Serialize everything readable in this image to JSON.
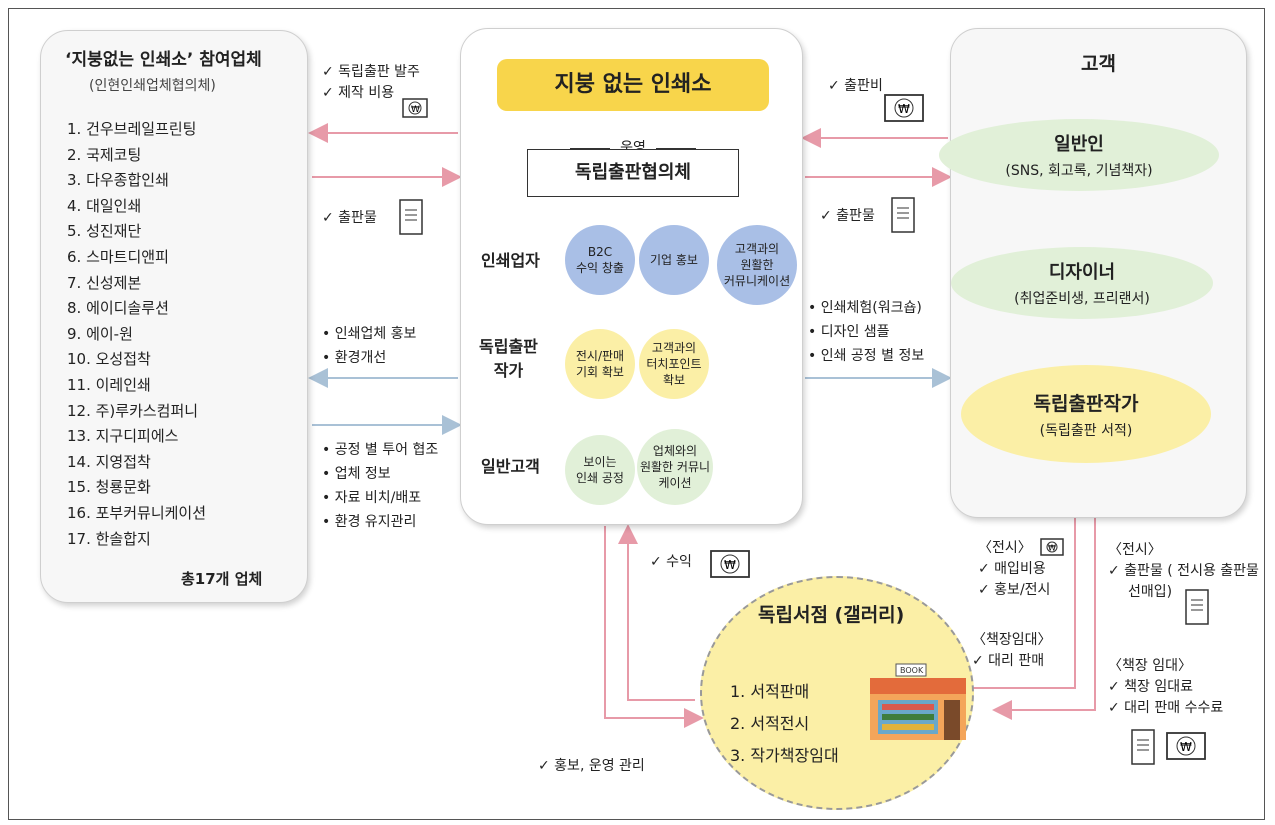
{
  "left_panel": {
    "title": "‘지붕없는 인쇄소’ 참여업체",
    "subtitle": "(인현인쇄업체협의체)",
    "companies": [
      "1.  건우브레일프린팅",
      "2.  국제코팅",
      "3.  다우종합인쇄",
      "4.  대일인쇄",
      "5.  성진재단",
      "6.  스마트디앤피",
      "7.  신성제본",
      "8.  에이디솔루션",
      "9.  에이-원",
      "10. 오성접착",
      "11. 이레인쇄",
      "12. 주)루카스컴퍼니",
      "13. 지구디피에스",
      "14. 지영접착",
      "15. 청룡문화",
      "16. 포부커뮤니케이션",
      "17. 한솔합지"
    ],
    "total": "총17개 업체"
  },
  "center_panel": {
    "title": "지붕 없는 인쇄소",
    "operation_label": "운영",
    "operator": "독립출판협의체",
    "rows": [
      {
        "label": "인쇄업자",
        "items": [
          "B2C\n수익 창출",
          "기업 홍보",
          "고객과의\n원활한\n커뮤니케이션"
        ]
      },
      {
        "label": "독립출판\n작가",
        "items": [
          "전시/판매\n기회 확보",
          "고객과의\n터치포인트\n확보"
        ]
      },
      {
        "label": "일반고객",
        "items": [
          "보이는\n인쇄 공정",
          "업체와의\n원활한 커뮤니\n케이션"
        ]
      }
    ]
  },
  "right_panel": {
    "title": "고객",
    "groups": [
      {
        "name": "일반인",
        "desc": "(SNS, 회고록, 기념책자)"
      },
      {
        "name": "디자이너",
        "desc": "(취업준비생, 프리랜서)"
      },
      {
        "name": "독립출판작가",
        "desc": "(독립출판 서적)"
      }
    ]
  },
  "bookstore": {
    "title": "독립서점 (갤러리)",
    "items": [
      "1.  서적판매",
      "2.  서적전시",
      "3.  작가책장임대"
    ]
  },
  "flows": {
    "left_top": [
      "✓  독립출판 발주",
      "✓  제작 비용"
    ],
    "left_product": "✓  출판물",
    "left_mid": [
      "•  인쇄업체 홍보",
      "•  환경개선"
    ],
    "left_bottom": [
      "•  공정 별 투어 협조",
      "•  업체 정보",
      "•  자료 비치/배포",
      "•  환경 유지관리"
    ],
    "right_fee": "✓  출판비",
    "right_product": "✓  출판물",
    "right_mid": [
      "•  인쇄체험(워크숍)",
      "•  디자인 샘플",
      "•  인쇄 공정 별 정보"
    ],
    "revenue": "✓  수익",
    "promo": "✓  홍보, 운영 관리",
    "exhibit_a": [
      "〈전시〉",
      "✓  매입비용",
      "✓  홍보/전시"
    ],
    "rental_a": [
      "〈책장임대〉",
      "✓  대리 판매"
    ],
    "exhibit_b": [
      "〈전시〉",
      "✓  출판물 ( 전시용 출판물",
      "선매입)"
    ],
    "rental_b": [
      "〈책장 임대〉",
      "✓  책장 임대료",
      "✓  대리 판매 수수료"
    ]
  },
  "colors": {
    "pink_arrow": "#e79aa8",
    "blue_arrow": "#a9c1d6",
    "title_yellow": "#f8d54b",
    "circle_blue": "#a9bfe6",
    "circle_yellow": "#fbefa6",
    "group_green": "#e1f0d8"
  },
  "icons": [
    "won-icon",
    "book-icon",
    "bookstore-icon"
  ]
}
